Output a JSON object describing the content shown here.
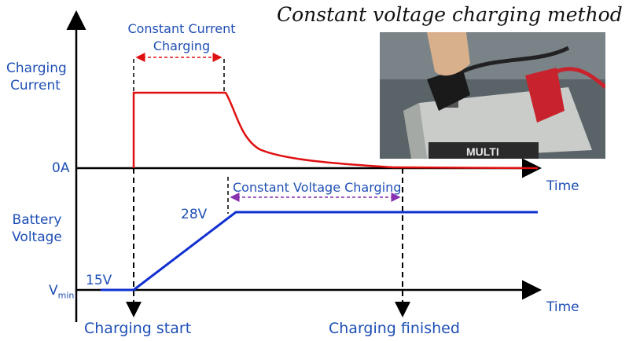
{
  "title": "Constant voltage charging method",
  "labels": {
    "charging_current": "Charging\nCurrent",
    "battery_voltage": "Battery\nVoltage",
    "zero_amp": "0A",
    "v_min_main": "V",
    "v_min_sub": "min",
    "v15": "15V",
    "v28": "28V",
    "time_top": "Time",
    "time_bottom": "Time",
    "cc_phase": "Constant Current\nCharging",
    "cv_phase": "Constant Voltage Charging",
    "charging_start": "Charging start",
    "charging_finished": "Charging finished"
  },
  "photo": {
    "description_icon": "battery-clamp-photo",
    "battery_brand": "MULTI"
  },
  "colors": {
    "current_curve": "#e01010",
    "voltage_curve": "#1030d0",
    "cc_arrow": "#e01010",
    "cv_arrow": "#8a2fb0",
    "axis": "#000000",
    "text": "#1f4fb5"
  }
}
